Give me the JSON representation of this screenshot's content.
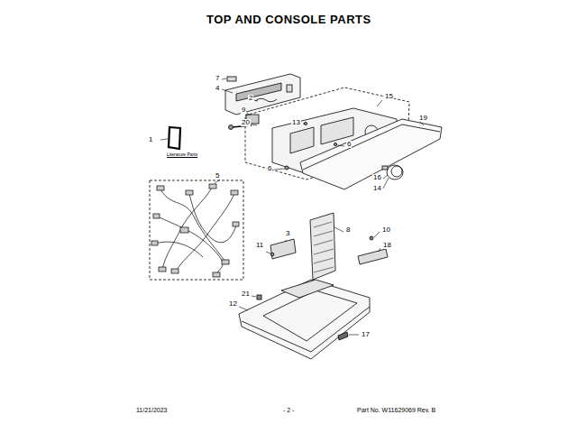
{
  "diagram": {
    "title": "TOP AND CONSOLE PARTS",
    "labels": [
      "1",
      "Literature Parts",
      "7",
      "4",
      "2",
      "9",
      "20",
      "13",
      "15",
      "19",
      "6",
      "6",
      "16",
      "14",
      "5",
      "8",
      "10",
      "3",
      "11",
      "18",
      "21",
      "12",
      "17",
      "11/21/2023",
      "- 2 -",
      "Part No. W11629069 Rev. B"
    ]
  }
}
